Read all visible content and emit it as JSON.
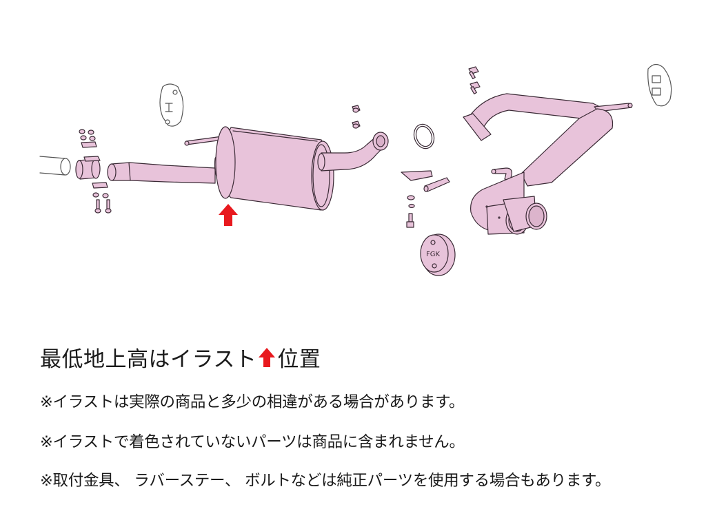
{
  "diagram": {
    "type": "exploded-parts-illustration",
    "subject": "exhaust-system",
    "colors": {
      "part_fill": "#e8c3da",
      "outline": "#3a2a35",
      "unpainted_outline": "#555555",
      "marker_arrow": "#e8191e",
      "background": "#ffffff"
    },
    "parts": [
      {
        "id": "stock-pipe",
        "painted": false
      },
      {
        "id": "clamp-band",
        "painted": true
      },
      {
        "id": "clamp-plates",
        "painted": true
      },
      {
        "id": "clamp-nuts",
        "painted": true
      },
      {
        "id": "clamp-bolts",
        "painted": true
      },
      {
        "id": "front-pipe",
        "painted": true
      },
      {
        "id": "center-muffler",
        "painted": true
      },
      {
        "id": "rubber-mount-left",
        "painted": false
      },
      {
        "id": "flange-nuts",
        "painted": true
      },
      {
        "id": "gasket",
        "painted": true
      },
      {
        "id": "hanger-stay",
        "painted": true
      },
      {
        "id": "washers-and-bolt",
        "painted": true
      },
      {
        "id": "fgk-rubber-hanger",
        "painted": true,
        "label": "FGK"
      },
      {
        "id": "rear-pipe-dual-tips",
        "painted": true
      },
      {
        "id": "flange-bolts",
        "painted": true
      },
      {
        "id": "rubber-mount-right",
        "painted": false
      }
    ],
    "marker": {
      "icon": "up-arrow-icon",
      "meaning": "minimum ground clearance position"
    }
  },
  "captions": {
    "title_before": "最低地上高はイラスト",
    "title_after": "位置",
    "note1": "※イラストは実際の商品と多少の相違がある場合があります。",
    "note2": "※イラストで着色されていないパーツは商品に含まれません。",
    "note3": "※取付金具、 ラバーステー、 ボルトなどは純正パーツを使用する場合もあります。"
  }
}
